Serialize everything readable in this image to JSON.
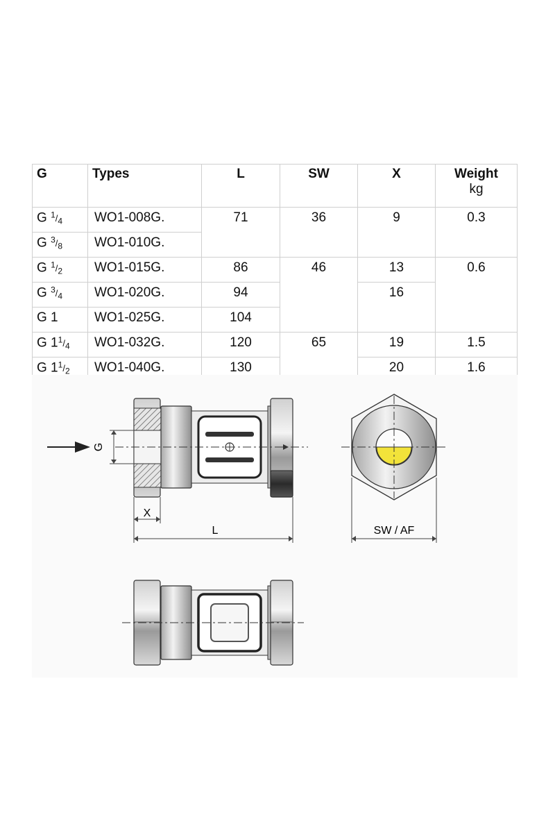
{
  "table": {
    "headers": {
      "g": "G",
      "types": "Types",
      "l": "L",
      "sw": "SW",
      "x": "X",
      "weight": "Weight",
      "weight_unit": "kg"
    },
    "rows": [
      {
        "g_base": "G ",
        "g_num": "1",
        "g_den": "4",
        "type": "WO1-008G.",
        "l": "71",
        "sw": "36",
        "x": "9",
        "weight": "0.3"
      },
      {
        "g_base": "G ",
        "g_num": "3",
        "g_den": "8",
        "type": "WO1-010G."
      },
      {
        "g_base": "G ",
        "g_num": "1",
        "g_den": "2",
        "type": "WO1-015G.",
        "l": "86",
        "sw": "46",
        "x": "13",
        "weight": "0.6"
      },
      {
        "g_base": "G ",
        "g_num": "3",
        "g_den": "4",
        "type": "WO1-020G.",
        "l": "94",
        "x": "16"
      },
      {
        "g_base": "G 1",
        "type": "WO1-025G.",
        "l": "104"
      },
      {
        "g_base": "G 1",
        "g_num": "1",
        "g_den": "4",
        "type": "WO1-032G.",
        "l": "120",
        "sw": "65",
        "x": "19",
        "weight": "1.5"
      },
      {
        "g_base": "G 1",
        "g_num": "1",
        "g_den": "2",
        "type": "WO1-040G.",
        "l": "130",
        "x": "20",
        "weight": "1.6"
      }
    ]
  },
  "drawing": {
    "label_g": "G",
    "label_x": "X",
    "label_l": "L",
    "label_swaf": "SW / AF",
    "colors": {
      "liquid": "#f2e33a",
      "steel": "#b8b8b8",
      "dark": "#333333"
    }
  }
}
